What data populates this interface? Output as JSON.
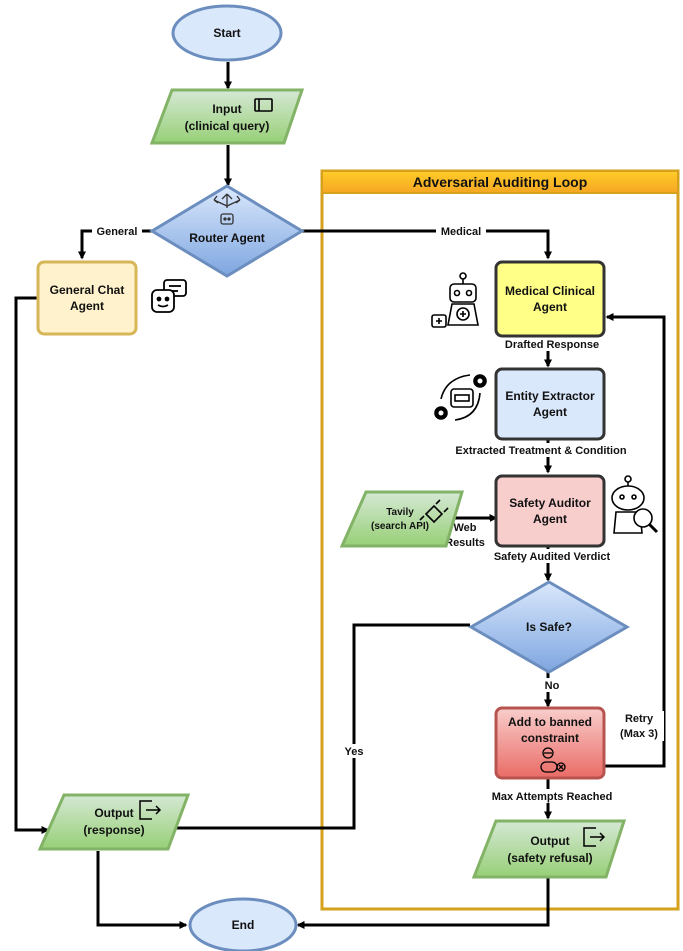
{
  "loop": {
    "title": "Adversarial Auditing Loop"
  },
  "nodes": {
    "start": "Start",
    "input": [
      "Input",
      "(clinical query)"
    ],
    "router": "Router Agent",
    "general_chat": [
      "General Chat",
      "Agent"
    ],
    "medical_clinical": [
      "Medical Clinical",
      "Agent"
    ],
    "entity_extractor": [
      "Entity Extractor",
      "Agent"
    ],
    "safety_auditor": [
      "Safety Auditor",
      "Agent"
    ],
    "tavily": [
      "Tavily",
      "(search API)"
    ],
    "is_safe": "Is Safe?",
    "banned": [
      "Add to banned",
      "constraint"
    ],
    "output_response": [
      "Output",
      "(response)"
    ],
    "output_refusal": [
      "Output",
      "(safety refusal)"
    ],
    "end": "End"
  },
  "edges": {
    "general": "General",
    "medical": "Medical",
    "drafted_response": "Drafted Response",
    "extracted": "Extracted Treatment & Condition",
    "web_results": [
      "Web",
      "Results"
    ],
    "safety_verdict": "Safety Audited Verdict",
    "no": "No",
    "yes": "Yes",
    "retry": [
      "Retry",
      "(Max 3)"
    ],
    "max_attempts": "Max Attempts Reached"
  },
  "icons": [
    "panel-icon",
    "router-split-icon",
    "chatbot-icon",
    "medical-robot-icon",
    "gears-robot-icon",
    "auditor-robot-icon",
    "plug-icon",
    "banned-constraint-icon",
    "exit-icon"
  ],
  "colors": {
    "terminal_fill": "#dae8fc",
    "terminal_stroke": "#6c8ebf",
    "io_fill": "#d5e8d4",
    "io_stroke": "#82b366",
    "loop_border": "#d6a21e",
    "loop_header": "#f5a623",
    "general_fill": "#fff2cc",
    "general_stroke": "#d6b656",
    "medical_fill": "#ffff88",
    "extractor_fill": "#dae8fc",
    "auditor_fill": "#f8cecc",
    "banned_fill": "#f19c99",
    "banned_stroke": "#b85450"
  }
}
